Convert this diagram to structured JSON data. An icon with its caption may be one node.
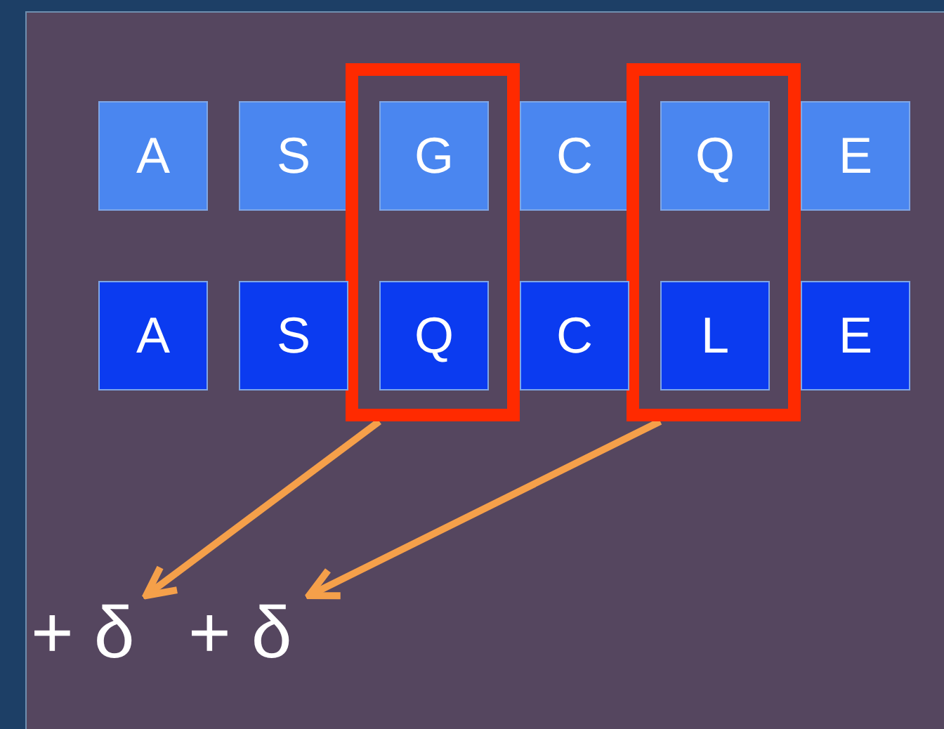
{
  "diagram": {
    "nodes": [
      {
        "text": [
          "A"
        ]
      },
      {
        "text": [
          "S"
        ]
      },
      {
        "text": [],
        "shape": "box"
      },
      {
        "text": [
          "G"
        ],
        "in": 2
      },
      {
        "text": [
          "C"
        ]
      },
      {
        "text": [],
        "shape": "box"
      },
      {
        "text": [
          "Q"
        ],
        "in": 5
      },
      {
        "text": [
          "E"
        ]
      },
      {
        "text": [
          "A"
        ]
      },
      {
        "text": [
          "S"
        ]
      },
      {
        "text": [
          "Q"
        ],
        "in": 2
      },
      {
        "text": [
          "C"
        ]
      },
      {
        "text": [
          "L"
        ],
        "in": 5
      },
      {
        "text": [
          "E"
        ]
      },
      {
        "text": [
          "+ δ"
        ]
      },
      {
        "text": [
          "+ δ"
        ]
      }
    ],
    "edges": [
      {
        "from": 2,
        "to": 14,
        "arrow": "to",
        "color": "#f5a04a"
      },
      {
        "from": 5,
        "to": 15,
        "arrow": "to",
        "color": "#f5a04a"
      }
    ]
  }
}
